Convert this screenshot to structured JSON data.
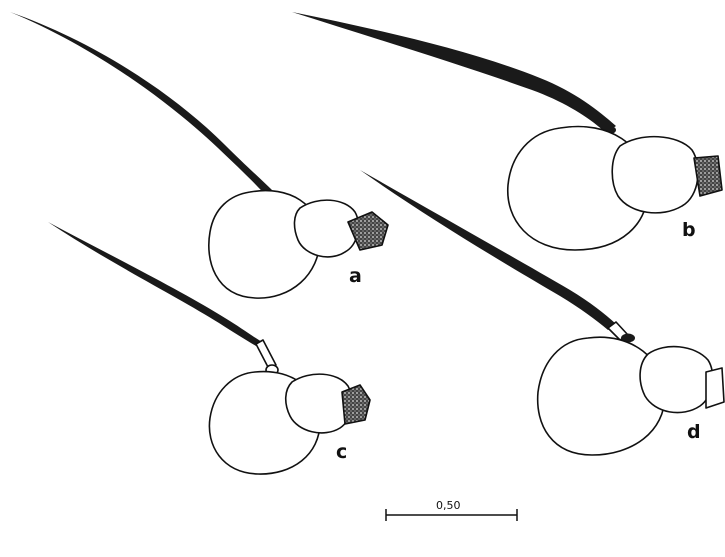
{
  "labels": {
    "a": "a",
    "b": "b",
    "c": "c",
    "d": "d"
  },
  "scale_bar": {
    "label": "0,50"
  }
}
